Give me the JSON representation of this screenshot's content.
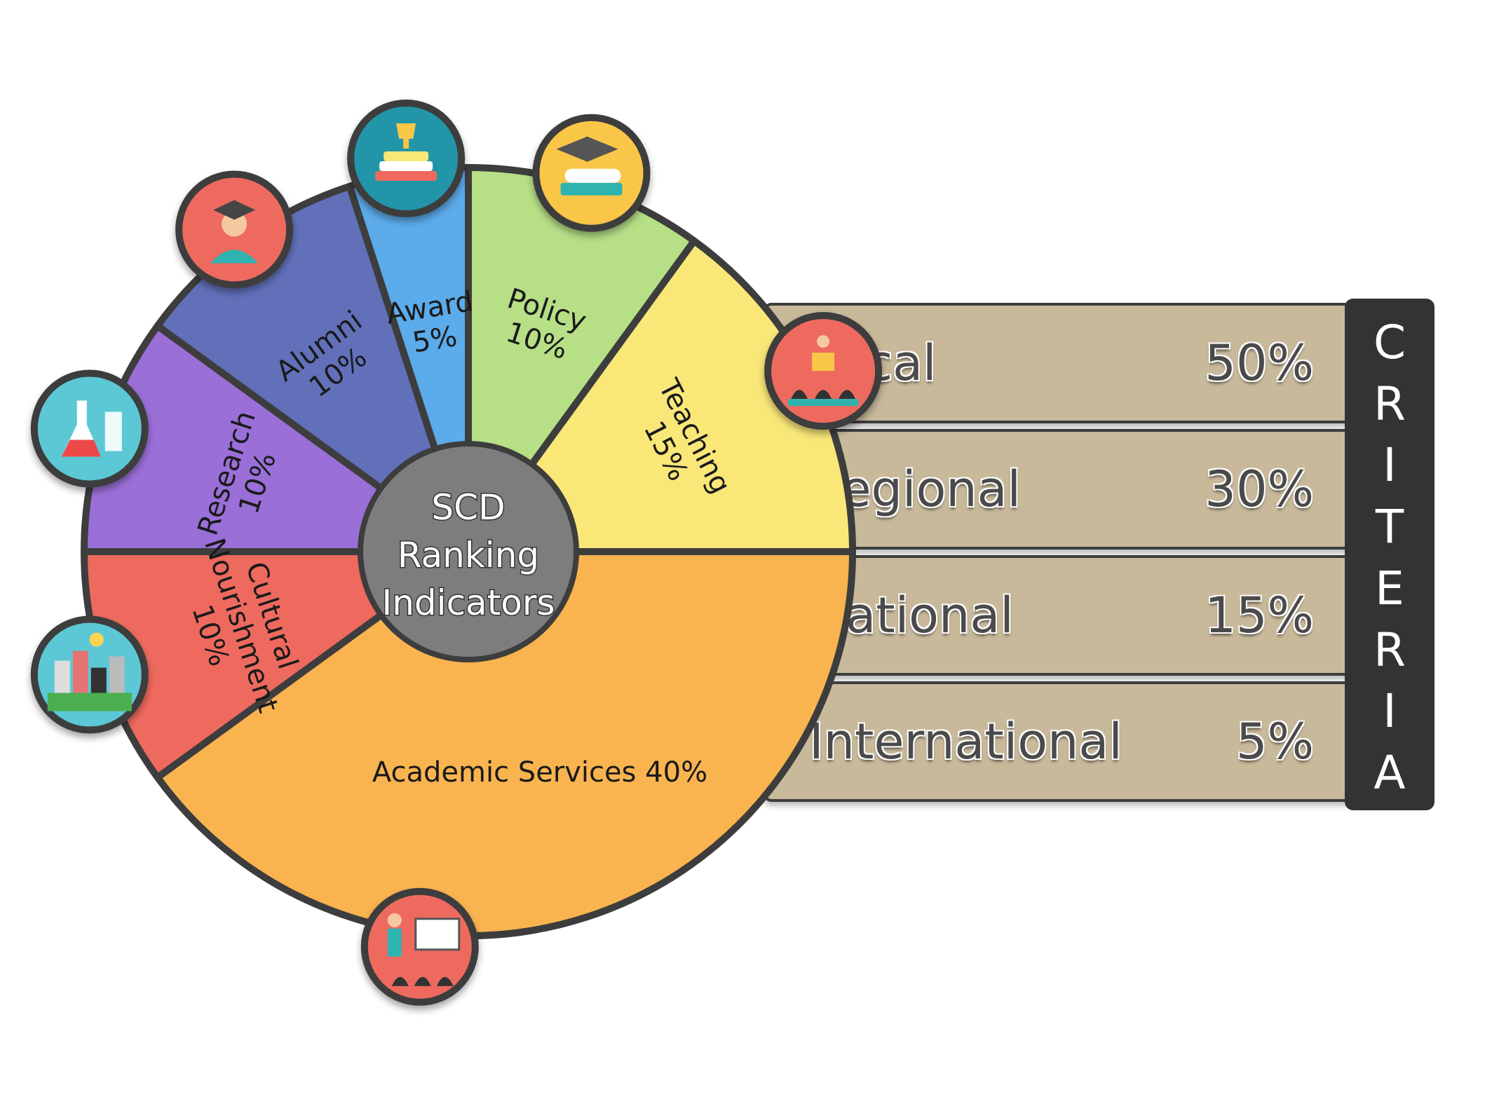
{
  "chart_data": [
    {
      "type": "pie",
      "title": "SCD Ranking Indicators",
      "slices": [
        {
          "label": "Academic Services",
          "value": 40,
          "display": "Academic Services 40%",
          "color": "#f9b450",
          "icon": "teacher-presentation-icon"
        },
        {
          "label": "Cultural Nourishment",
          "value": 10,
          "display": [
            "Cultural",
            "Nourishment",
            "10%"
          ],
          "color": "#ee6a5e",
          "icon": "city-skyline-icon"
        },
        {
          "label": "Research",
          "value": 10,
          "display": [
            "Research",
            "10%"
          ],
          "color": "#9a6fd8",
          "icon": "lab-flask-icon"
        },
        {
          "label": "Alumni",
          "value": 10,
          "display": [
            "Alumni",
            "10%"
          ],
          "color": "#6170b9",
          "icon": "graduates-icon"
        },
        {
          "label": "Award",
          "value": 5,
          "display": [
            "Award",
            "5%"
          ],
          "color": "#5cabea",
          "icon": "trophy-books-icon"
        },
        {
          "label": "Policy",
          "value": 10,
          "display": [
            "Policy",
            "10%"
          ],
          "color": "#b6df86",
          "icon": "diploma-books-icon"
        },
        {
          "label": "Teaching",
          "value": 15,
          "display": [
            "Teaching",
            "15%"
          ],
          "color": "#f9e778",
          "icon": "lecture-audience-icon"
        }
      ]
    },
    {
      "type": "table",
      "title": "CRITERIA",
      "rows": [
        {
          "label": "Local",
          "value": "50%"
        },
        {
          "label": "Regional",
          "value": "30%"
        },
        {
          "label": "National",
          "value": "15%"
        },
        {
          "label": "International",
          "value": "5%"
        }
      ]
    }
  ],
  "center_lines": [
    "SCD",
    "Ranking",
    "Indicators"
  ],
  "criteria_letters": [
    "C",
    "R",
    "I",
    "T",
    "E",
    "R",
    "I",
    "A"
  ],
  "colors": {
    "outline": "#3d3d3d",
    "center_fill": "#7d7d7d",
    "criteria_row": "#c9b99b",
    "criteria_tab": "#333333"
  }
}
